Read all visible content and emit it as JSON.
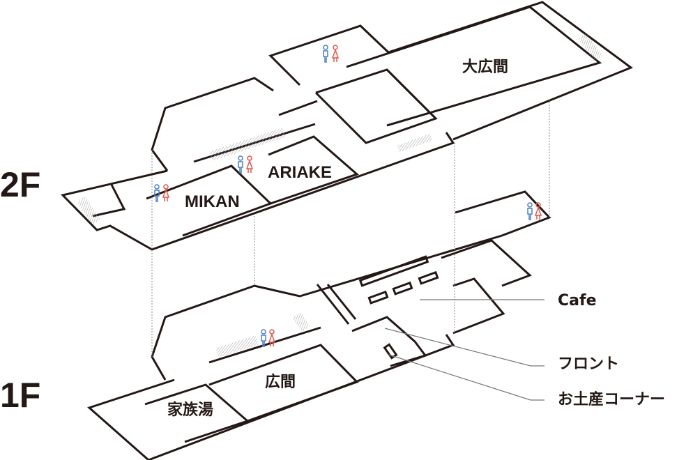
{
  "floors": [
    {
      "label": "2F",
      "rooms": [
        "大広間",
        "ARIAKE",
        "MIKAN"
      ]
    },
    {
      "label": "1F",
      "rooms": [
        "広間",
        "家族湯"
      ]
    }
  ],
  "callouts": [
    "Cafe",
    "フロント",
    "お土産コーナー"
  ],
  "icons": [
    "restroom-icon",
    "stairs-icon"
  ],
  "colors": {
    "wall": "#231815",
    "male": "#4a7fc1",
    "female": "#e0574a",
    "stairs": "#bbbbbb",
    "leader": "#777777"
  }
}
